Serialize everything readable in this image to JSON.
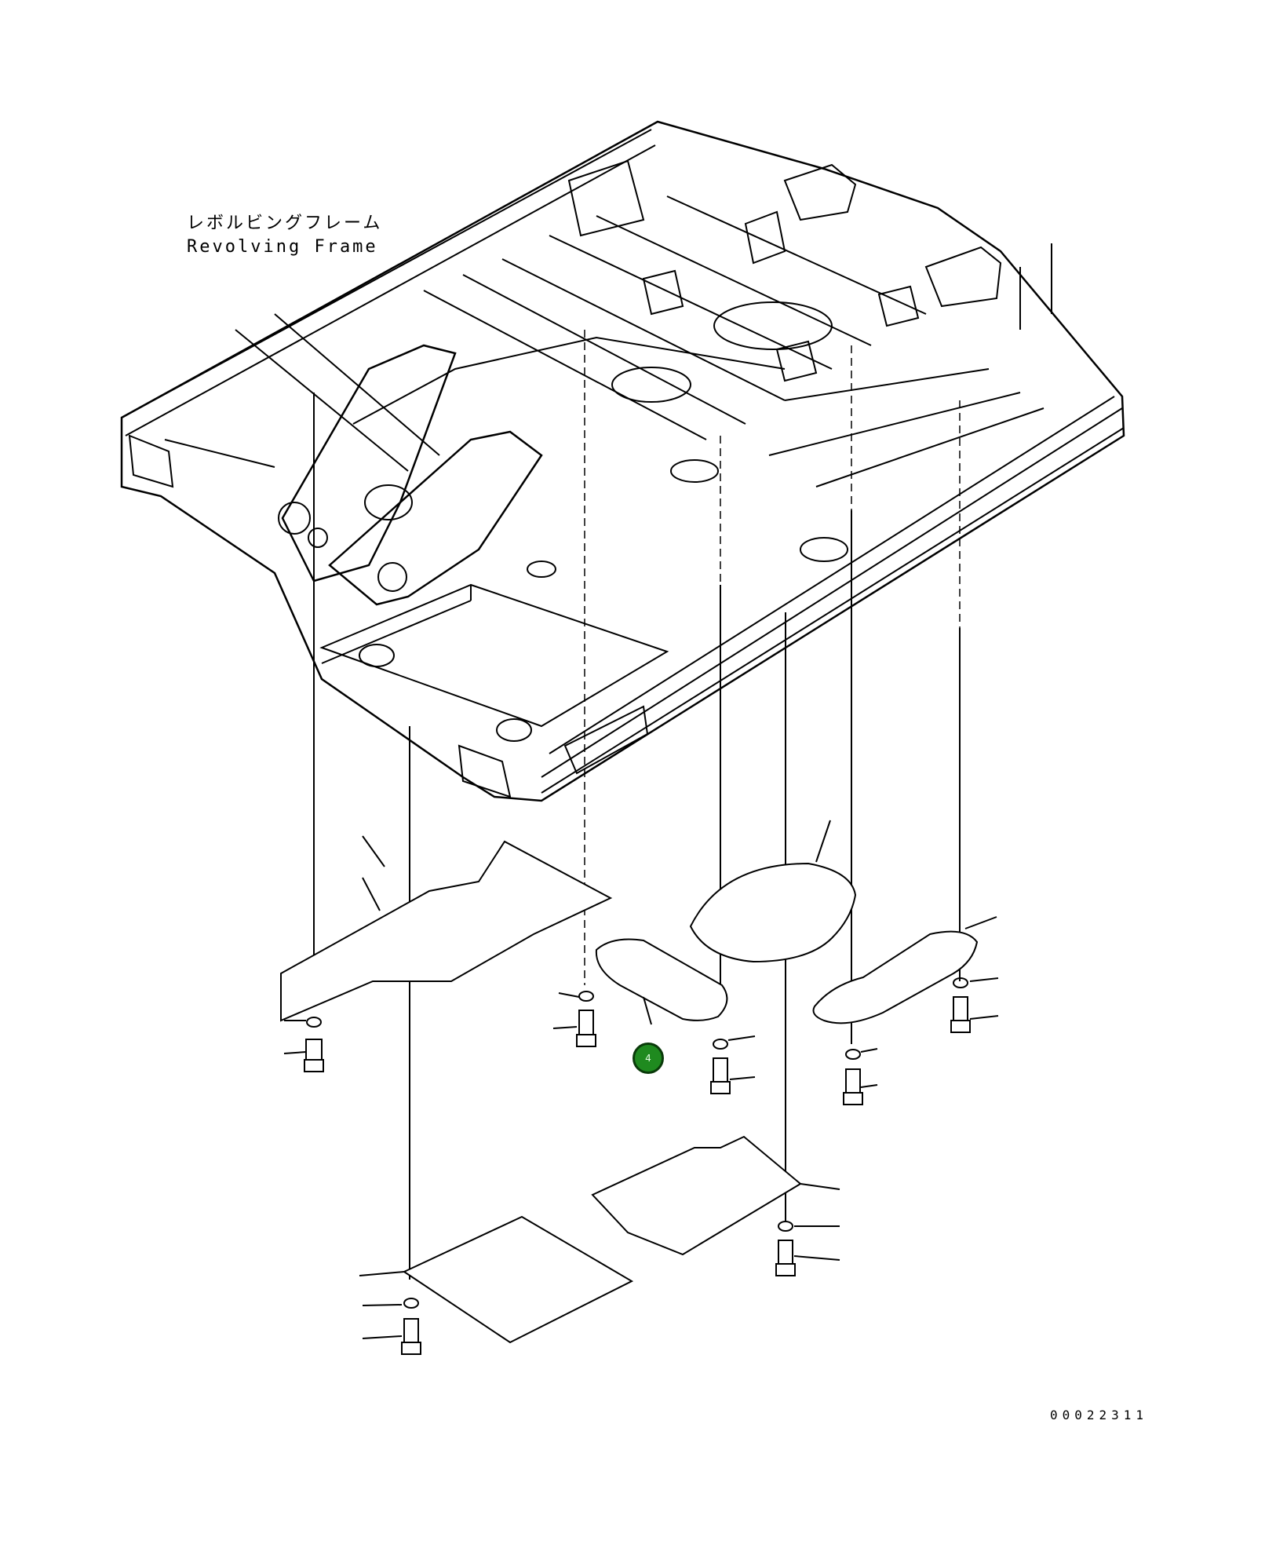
{
  "assembly_label": {
    "japanese": "レボルビングフレーム",
    "english": "Revolving Frame"
  },
  "callout": {
    "number": "4",
    "color": "#1f8a1f"
  },
  "document_number": "00022311"
}
